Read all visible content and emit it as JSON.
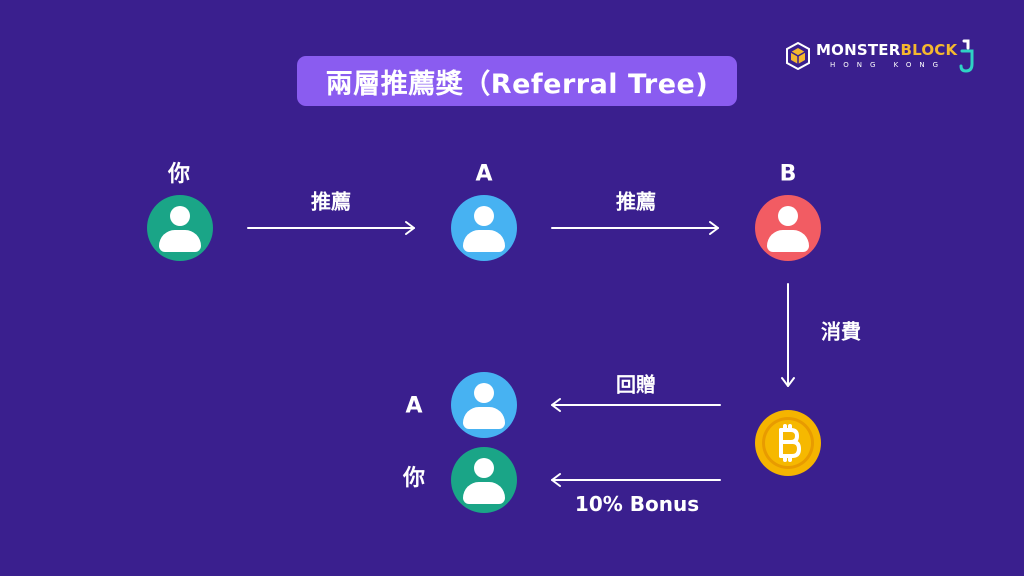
{
  "title": "兩層推薦獎（Referral Tree)",
  "logo": {
    "brand_main": "MONSTER",
    "brand_accent": "BLOCK",
    "brand_sub": "HONG KONG"
  },
  "nodes": {
    "you_top": {
      "label": "你",
      "color": "#1aa587"
    },
    "a_top": {
      "label": "A",
      "color": "#47b2f2"
    },
    "b_top": {
      "label": "B",
      "color": "#f25c63"
    },
    "a_bottom": {
      "label": "A",
      "color": "#47b2f2"
    },
    "you_bottom": {
      "label": "你",
      "color": "#1aa587"
    },
    "coin": {
      "icon": "bitcoin-icon",
      "color": "#f5b400"
    }
  },
  "edges": {
    "you_to_a": "推薦",
    "a_to_b": "推薦",
    "b_to_coin": "消費",
    "coin_to_a": "回贈",
    "coin_to_you": "10% Bonus"
  }
}
